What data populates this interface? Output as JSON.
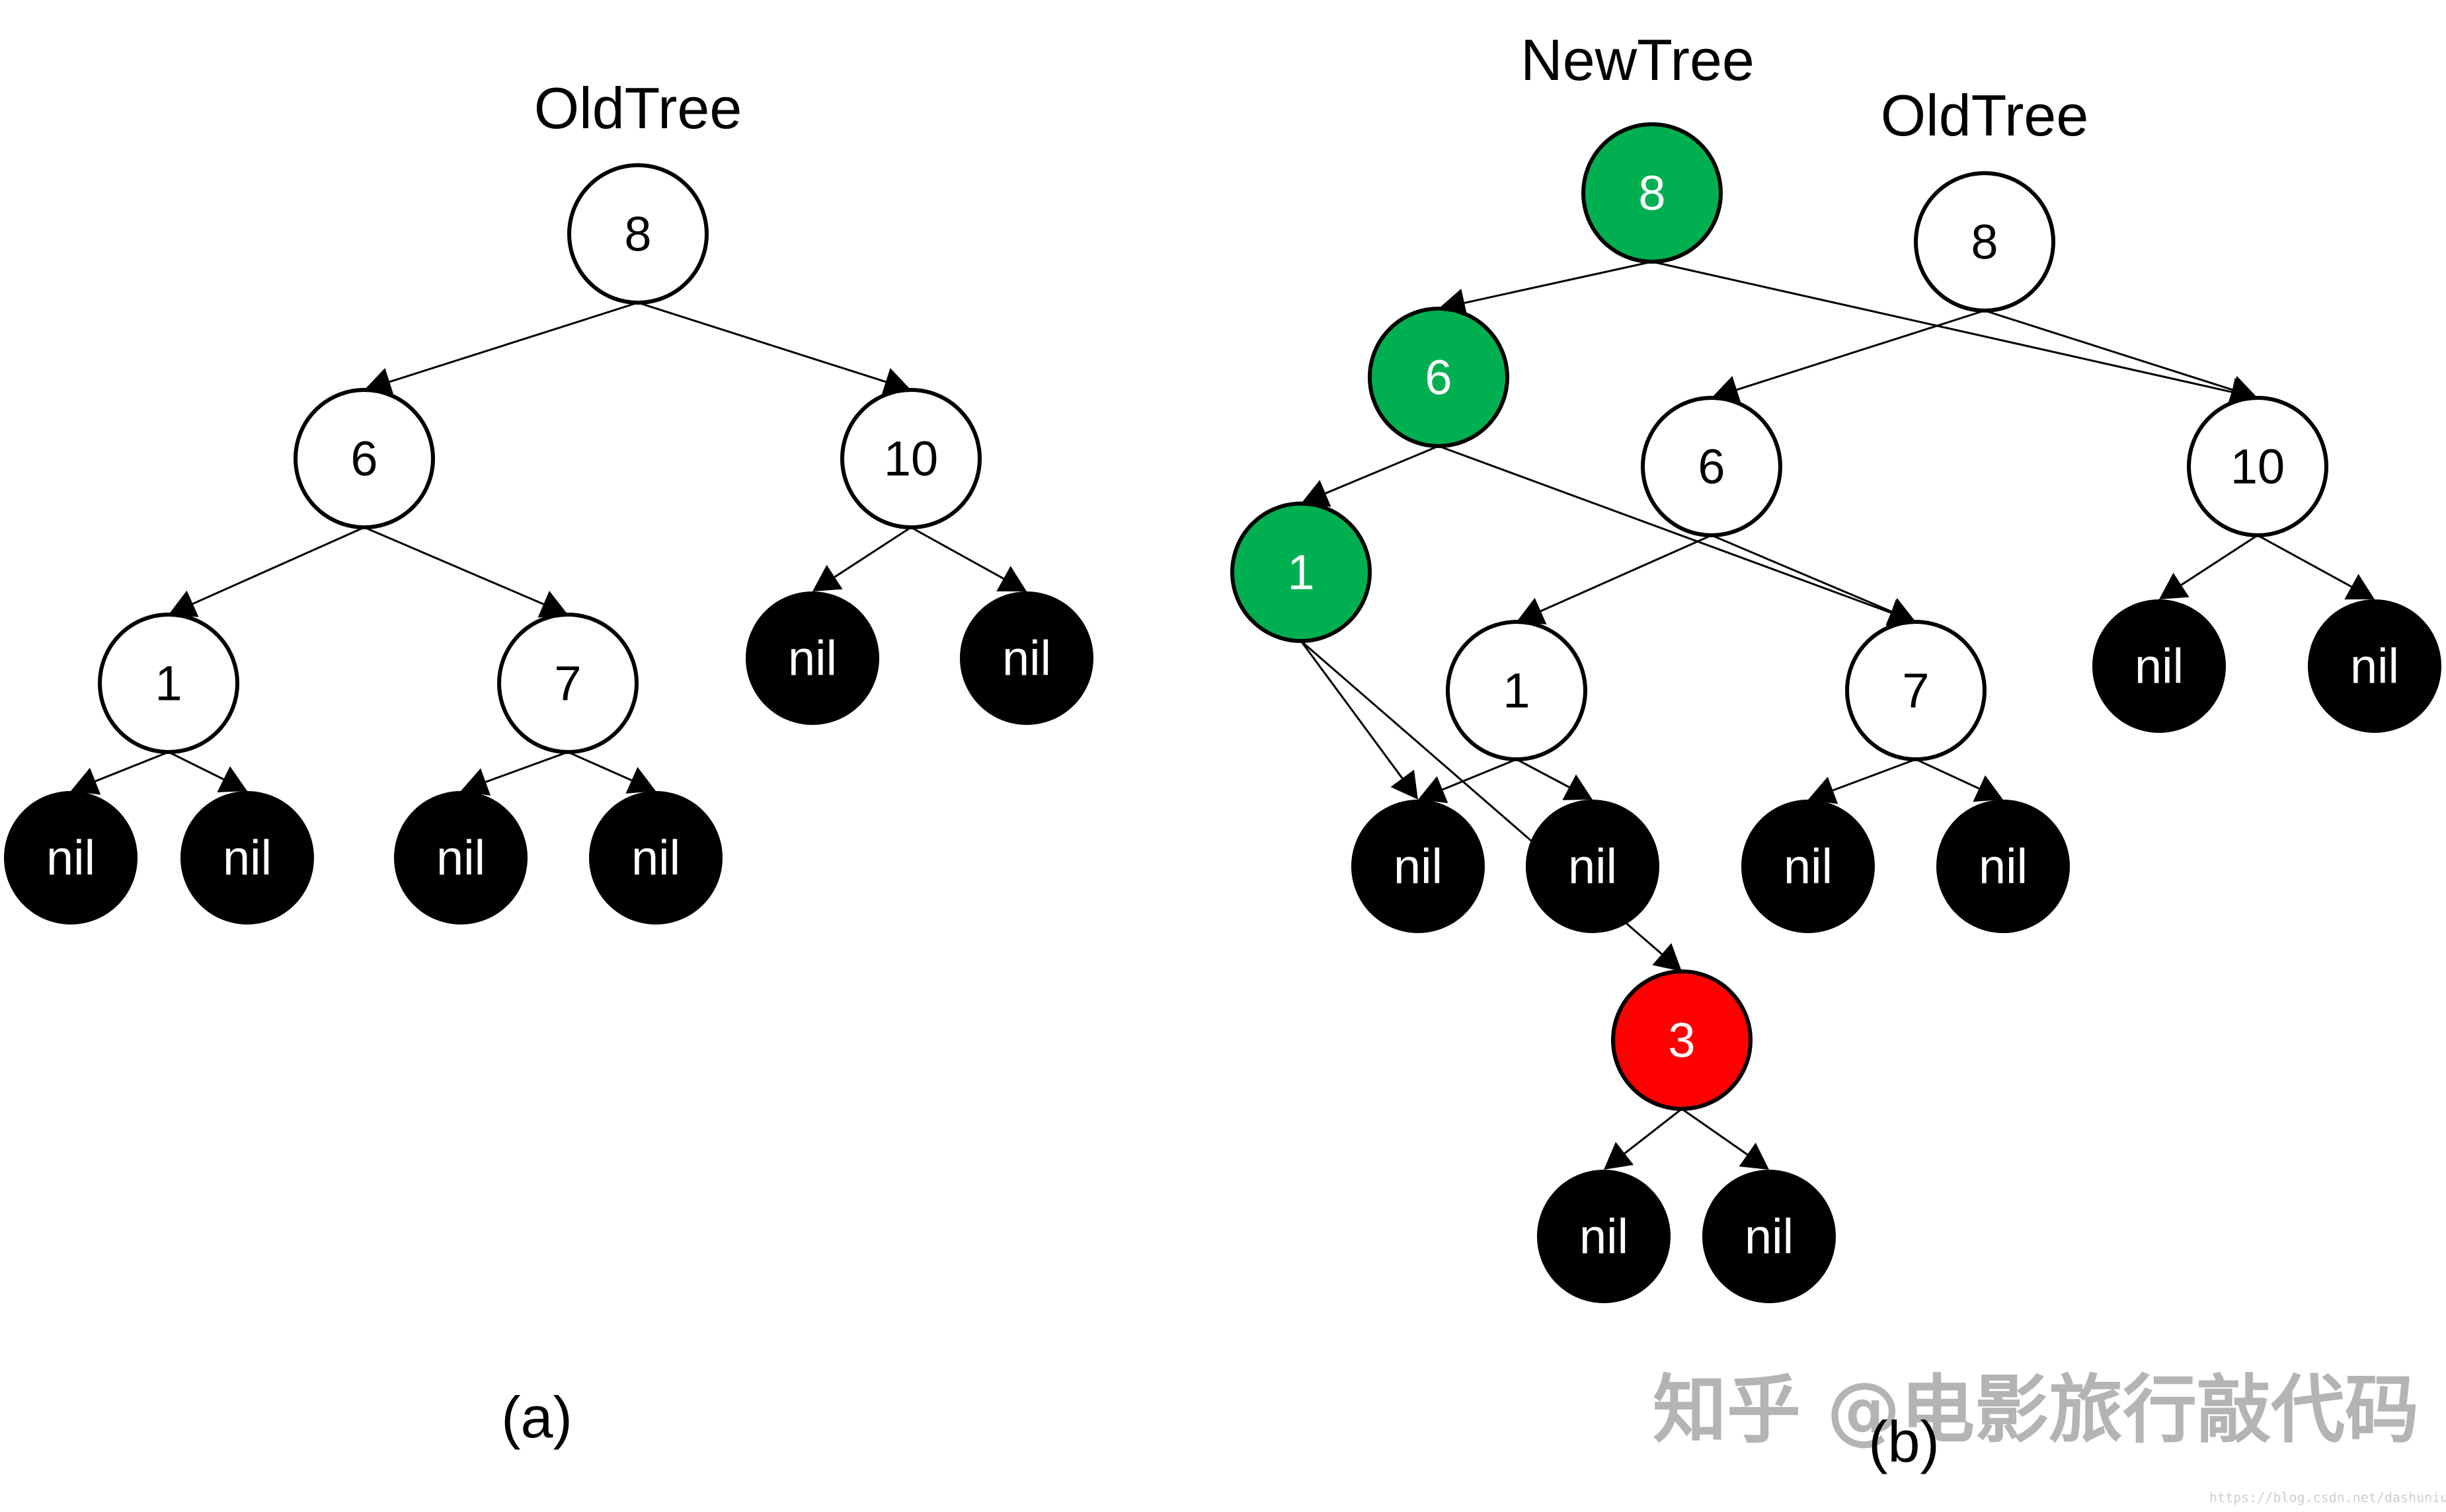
{
  "colors": {
    "white_node_fill": "#FFFFFF",
    "nil_node_fill": "#000000",
    "new_node_fill": "#00B050",
    "inserted_node_fill": "#FF0000",
    "stroke": "#000000",
    "dark_text": "#000000",
    "light_text": "#FFFFFF",
    "watermark": "#B4B4B4"
  },
  "panel_a": {
    "caption": "(a)",
    "titles": [
      {
        "id": "a-title-old",
        "text": "OldTree"
      }
    ],
    "nodes": [
      {
        "id": "a8",
        "label": "8",
        "kind": "white"
      },
      {
        "id": "a6",
        "label": "6",
        "kind": "white"
      },
      {
        "id": "a10",
        "label": "10",
        "kind": "white"
      },
      {
        "id": "a1",
        "label": "1",
        "kind": "white"
      },
      {
        "id": "a7",
        "label": "7",
        "kind": "white"
      },
      {
        "id": "a10L",
        "label": "nil",
        "kind": "nil"
      },
      {
        "id": "a10R",
        "label": "nil",
        "kind": "nil"
      },
      {
        "id": "a1L",
        "label": "nil",
        "kind": "nil"
      },
      {
        "id": "a1R",
        "label": "nil",
        "kind": "nil"
      },
      {
        "id": "a7L",
        "label": "nil",
        "kind": "nil"
      },
      {
        "id": "a7R",
        "label": "nil",
        "kind": "nil"
      }
    ],
    "edges": [
      [
        "a8",
        "a6"
      ],
      [
        "a8",
        "a10"
      ],
      [
        "a6",
        "a1"
      ],
      [
        "a6",
        "a7"
      ],
      [
        "a10",
        "a10L"
      ],
      [
        "a10",
        "a10R"
      ],
      [
        "a1",
        "a1L"
      ],
      [
        "a1",
        "a1R"
      ],
      [
        "a7",
        "a7L"
      ],
      [
        "a7",
        "a7R"
      ]
    ]
  },
  "panel_b": {
    "caption": "(b)",
    "titles": [
      {
        "id": "b-title-new",
        "text": "NewTree"
      },
      {
        "id": "b-title-old",
        "text": "OldTree"
      }
    ],
    "nodes": [
      {
        "id": "n8",
        "label": "8",
        "kind": "new"
      },
      {
        "id": "n6",
        "label": "6",
        "kind": "new"
      },
      {
        "id": "n1",
        "label": "1",
        "kind": "new"
      },
      {
        "id": "o8",
        "label": "8",
        "kind": "white"
      },
      {
        "id": "o6",
        "label": "6",
        "kind": "white"
      },
      {
        "id": "o10",
        "label": "10",
        "kind": "white"
      },
      {
        "id": "o1",
        "label": "1",
        "kind": "white"
      },
      {
        "id": "o7",
        "label": "7",
        "kind": "white"
      },
      {
        "id": "o10L",
        "label": "nil",
        "kind": "nil"
      },
      {
        "id": "o10R",
        "label": "nil",
        "kind": "nil"
      },
      {
        "id": "o1L",
        "label": "nil",
        "kind": "nil"
      },
      {
        "id": "o1R",
        "label": "nil",
        "kind": "nil"
      },
      {
        "id": "o7L",
        "label": "nil",
        "kind": "nil"
      },
      {
        "id": "o7R",
        "label": "nil",
        "kind": "nil"
      },
      {
        "id": "r3",
        "label": "3",
        "kind": "inserted"
      },
      {
        "id": "r3L",
        "label": "nil",
        "kind": "nil"
      },
      {
        "id": "r3R",
        "label": "nil",
        "kind": "nil"
      }
    ],
    "edges": [
      [
        "n8",
        "n6"
      ],
      [
        "n8",
        "o10"
      ],
      [
        "n6",
        "n1"
      ],
      [
        "n6",
        "o7"
      ],
      [
        "n1",
        "o1L"
      ],
      [
        "n1",
        "r3"
      ],
      [
        "o8",
        "o6"
      ],
      [
        "o8",
        "o10"
      ],
      [
        "o6",
        "o1"
      ],
      [
        "o6",
        "o7"
      ],
      [
        "o10",
        "o10L"
      ],
      [
        "o10",
        "o10R"
      ],
      [
        "o1",
        "o1L"
      ],
      [
        "o1",
        "o1R"
      ],
      [
        "o7",
        "o7L"
      ],
      [
        "o7",
        "o7R"
      ],
      [
        "r3",
        "r3L"
      ],
      [
        "r3",
        "r3R"
      ]
    ]
  },
  "watermark": {
    "text": "知乎 @电影旅行敲代码",
    "url": "https://blog.csdn.net/dashuniuniu"
  }
}
